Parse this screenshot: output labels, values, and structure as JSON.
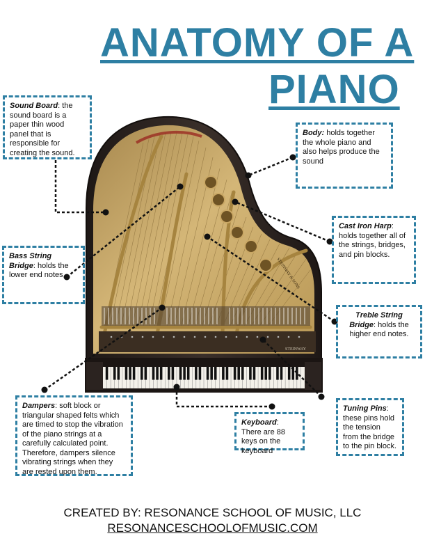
{
  "title": {
    "line1": "ANATOMY OF A",
    "line2": "PIANO"
  },
  "labels": {
    "sound_board": {
      "name": "Sound Board",
      "sep": ":  ",
      "text": "the sound board is a paper thin wood panel that is responsible for creating the sound."
    },
    "body": {
      "name": "Body:",
      "sep": " ",
      "text": "holds together the whole piano and also helps produce the sound"
    },
    "cast_iron_harp": {
      "name": "Cast Iron Harp",
      "sep": ": ",
      "text": "holds together all of the strings, bridges, and pin blocks."
    },
    "bass_string_bridge": {
      "name": "Bass String Bridge",
      "sep": ": ",
      "text": "holds the lower end notes"
    },
    "treble_string_bridge": {
      "name": "Treble String Bridge",
      "sep": ": ",
      "text": "holds the higher end notes."
    },
    "dampers": {
      "name": "Dampers",
      "sep": ": ",
      "text": "soft block or triangular shaped felts which are timed to stop the vibration of the piano strings at a carefully calculated point. Therefore, dampers silence vibrating strings when they are rested upon them."
    },
    "keyboard": {
      "name": "Keyboard",
      "sep": ": ",
      "text": "There are 88 keys on the keyboard"
    },
    "tuning_pins": {
      "name": "Tuning Pins",
      "sep": ": ",
      "text": "these pins hold the tension from the bridge to the pin block."
    }
  },
  "piano": {
    "brand_plate": "STEINWAY & SONS",
    "fallboard_brand": "STEINWAY"
  },
  "footer": {
    "line1": "CREATED BY: RESONANCE SCHOOL OF MUSIC, LLC",
    "line2": "RESONANCESCHOOLOFMUSIC.COM"
  },
  "colors": {
    "accent": "#2e7fa3",
    "piano_body": "#2a2220",
    "soundboard": "#c9a86a",
    "harp": "#b8964f",
    "leader_lines": "#111111"
  }
}
